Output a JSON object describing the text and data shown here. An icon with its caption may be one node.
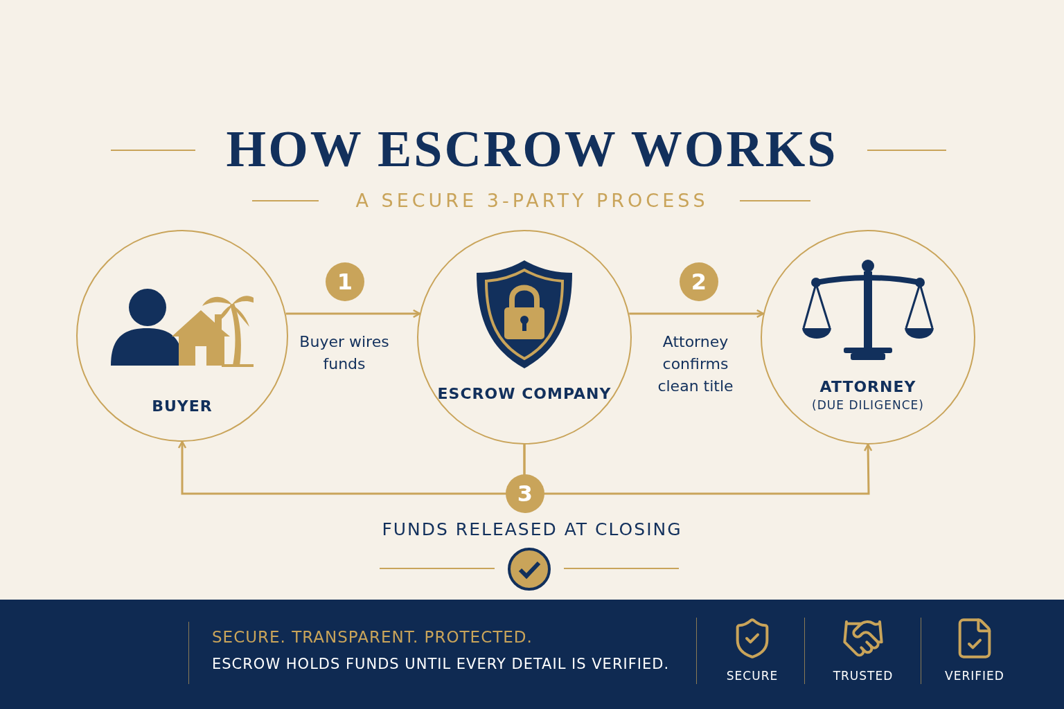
{
  "diagram": {
    "title": "HOW ESCROW WORKS",
    "nodes": [
      {
        "text": [
          "BUYER"
        ]
      },
      {
        "text": [
          "ESCROW COMPANY"
        ]
      },
      {
        "text": [
          "ATTORNEY",
          "(DUE DILIGENCE)"
        ]
      }
    ],
    "edges": [
      {
        "from": 0,
        "to": 1,
        "arrow": "to",
        "label": "Buyer wires funds"
      },
      {
        "from": 1,
        "to": 2,
        "arrow": "to",
        "label": "Attorney confirms clean title"
      },
      {
        "from": 1,
        "to": 0,
        "arrow": "to"
      },
      {
        "from": 1,
        "to": 2,
        "arrow": "to"
      }
    ],
    "labels": [
      "A SECURE 3-PARTY PROCESS",
      "1",
      "2",
      "3",
      "FUNDS RELEASED AT CLOSING",
      "SECURE. TRANSPARENT. PROTECTED.",
      "ESCROW HOLDS FUNDS UNTIL EVERY DETAIL IS VERIFIED.",
      "SECURE",
      "TRUSTED",
      "VERIFIED"
    ]
  }
}
